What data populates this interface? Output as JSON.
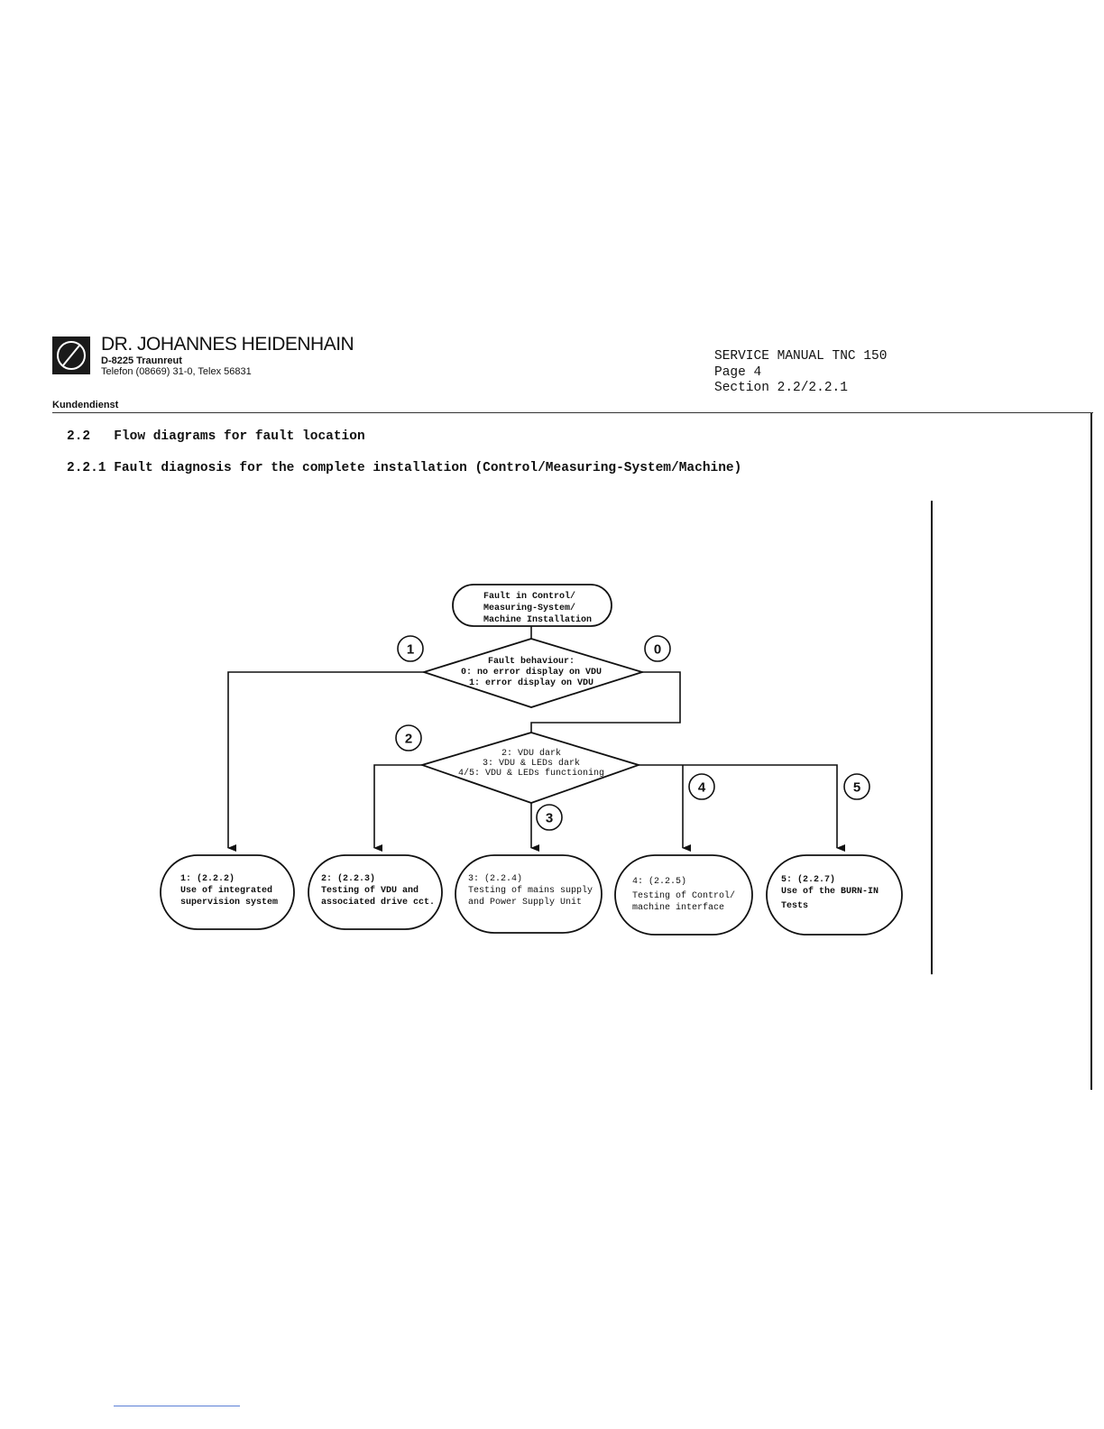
{
  "header": {
    "company_name": "DR. JOHANNES HEIDENHAIN",
    "address": "D-8225 Traunreut",
    "phone": "Telefon (08669) 31-0, Telex 56831",
    "department": "Kundendienst",
    "manual_title": "SERVICE MANUAL TNC 150",
    "page": "Page 4",
    "section": "Section 2.2/2.2.1"
  },
  "headings": {
    "h22_number": "2.2",
    "h22_title": "Flow diagrams for fault location",
    "h221": "2.2.1 Fault diagnosis for the complete installation (Control/Measuring-System/Machine)"
  },
  "flowchart": {
    "start": [
      "Fault in Control/",
      "Measuring-System/",
      "Machine Installation"
    ],
    "decision1": [
      "Fault behaviour:",
      "0: no error display on VDU",
      "1: error display on VDU"
    ],
    "decision2": [
      "2: VDU dark",
      "3: VDU & LEDs dark",
      "4/5: VDU & LEDs functioning"
    ],
    "branch_labels": [
      "1",
      "0",
      "2",
      "3",
      "4",
      "5"
    ],
    "outcomes": [
      {
        "ref": "1: (2.2.2)",
        "line1": "Use of integrated",
        "line2": "supervision system"
      },
      {
        "ref": "2: (2.2.3)",
        "line1": "Testing of VDU and",
        "line2": "associated drive cct."
      },
      {
        "ref": "3: (2.2.4)",
        "line1": "Testing of mains supply",
        "line2": "and Power Supply Unit"
      },
      {
        "ref": "4: (2.2.5)",
        "line1": "Testing of Control/",
        "line2": "machine interface"
      },
      {
        "ref": "5: (2.2.7)",
        "line1": "Use of the BURN-IN",
        "line2": "Tests"
      }
    ]
  }
}
